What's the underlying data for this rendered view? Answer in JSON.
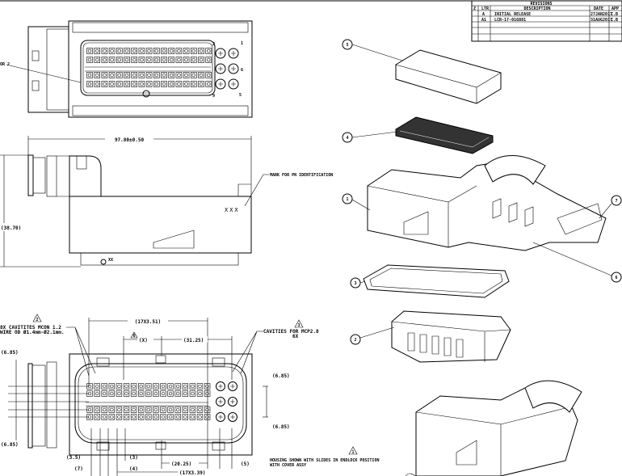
{
  "revisions": {
    "title": "REVISIONS",
    "headers": [
      "Z",
      "LTR",
      "DESCRIPTION",
      "DATE",
      "APP"
    ],
    "rows": [
      [
        "",
        "A",
        "INITIAL RELEASE",
        "27JAN2017",
        "C.B"
      ],
      [
        "",
        "A1",
        "LCR-17-016881",
        "31AUG2017",
        "C.B"
      ]
    ]
  },
  "top_view": {
    "note": "OR 2",
    "pin_labels": [
      "2",
      "1",
      "6",
      "9",
      "5"
    ]
  },
  "side_view": {
    "length_dim": "97.80±0.50",
    "height_dim": "(38.70)",
    "mark_note": "MARK FOR PN IDENTIFICATION",
    "mark": "XXX",
    "tag": "XX"
  },
  "front_view": {
    "note_left": "8X CAVITITES MCON 1.2",
    "note_left2": "WIRE OD Ø1.4mm-Ø2.1mm.",
    "note_left_rev": "2",
    "note_right": "CAVITIES FOR MCP2.8",
    "note_right2": "6X",
    "note_right_rev": "3",
    "dim_top": "(17X3.51)",
    "dim_x": "(X)",
    "dim_x_rev": "6",
    "dim_31": "(31.25)",
    "dim_685a": "(6.85)",
    "dim_685b": "(6.85)",
    "dim_left_top": "(6.85)",
    "dim_left_bot": "(6.85)",
    "dim_35": "(3.5)",
    "dim_3": "(3)",
    "dim_7": "(7)",
    "dim_4": "(4)",
    "dim_2025": "(20.25)",
    "dim_5": "(5)",
    "dim_bottom": "(17X3.39)"
  },
  "notes": {
    "housing": "HOUSING SHOWN WITH SLIDES IN ENDLOCK POSITION",
    "housing2": "WITH COVER ASSY",
    "housing_rev": "1"
  },
  "balloons": [
    "5",
    "4",
    "1",
    "7",
    "6",
    "3",
    "2"
  ]
}
